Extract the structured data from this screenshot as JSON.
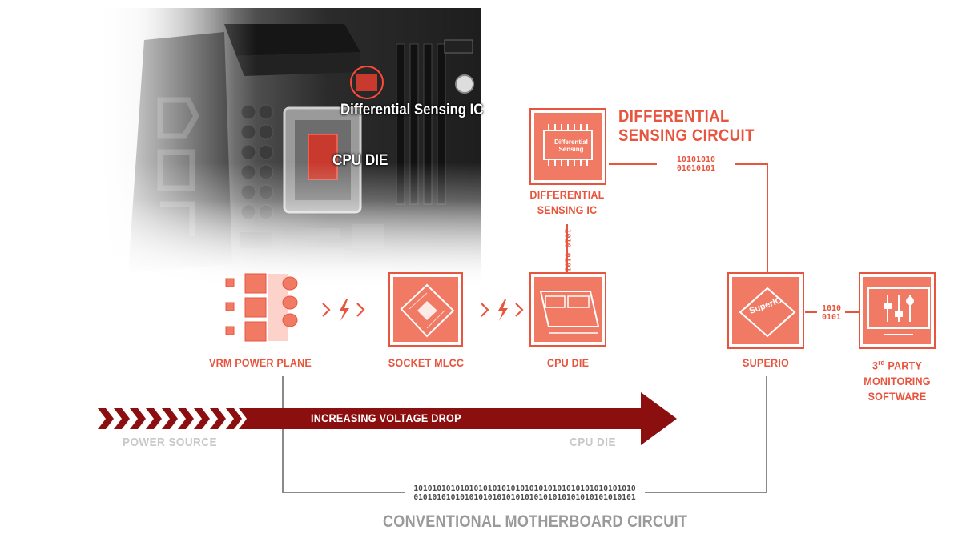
{
  "photo": {
    "callout_sensing_ic": "Differential Sensing IC",
    "callout_cpu_die": "CPU DIE",
    "chip_label_line1": "Differential",
    "chip_label_line2": "Sensing",
    "superio_chip_label": "SuperIO"
  },
  "differential_circuit": {
    "title_line1": "DIFFERENTIAL",
    "title_line2": "SENSING CIRCUIT",
    "binary_top_line1": "10101010",
    "binary_top_line2": "01010101",
    "binary_vertical": "1010 0101",
    "binary_right_line1": "1010",
    "binary_right_line2": "0101"
  },
  "components": [
    {
      "id": "sensing_ic",
      "label_line1": "DIFFERENTIAL",
      "label_line2": "SENSING IC"
    },
    {
      "id": "vrm",
      "label_line1": "VRM POWER PLANE",
      "label_line2": ""
    },
    {
      "id": "socket",
      "label_line1": "SOCKET MLCC",
      "label_line2": ""
    },
    {
      "id": "cpu",
      "label_line1": "CPU DIE",
      "label_line2": ""
    },
    {
      "id": "superio",
      "label_line1": "SUPERIO",
      "label_line2": ""
    },
    {
      "id": "software",
      "label_sup": "rd",
      "label_line1_pre": "3",
      "label_line1_post": " PARTY",
      "label_line2": "MONITORING",
      "label_line3": "SOFTWARE"
    }
  ],
  "voltage_arrow": {
    "label": "INCREASING VOLTAGE DROP",
    "start_label": "POWER SOURCE",
    "end_label": "CPU DIE"
  },
  "conventional": {
    "binary_line1": "101010101010101010101010101010101010101010101010",
    "binary_line2": "010101010101010101010101010101010101010101010101",
    "title": "CONVENTIONAL MOTHERBOARD CIRCUIT"
  },
  "colors": {
    "accent": "#e8553f",
    "arrow_dark": "#8c0f0f",
    "gray_text": "#c8c8c8",
    "line_gray": "#8a8a8a"
  }
}
